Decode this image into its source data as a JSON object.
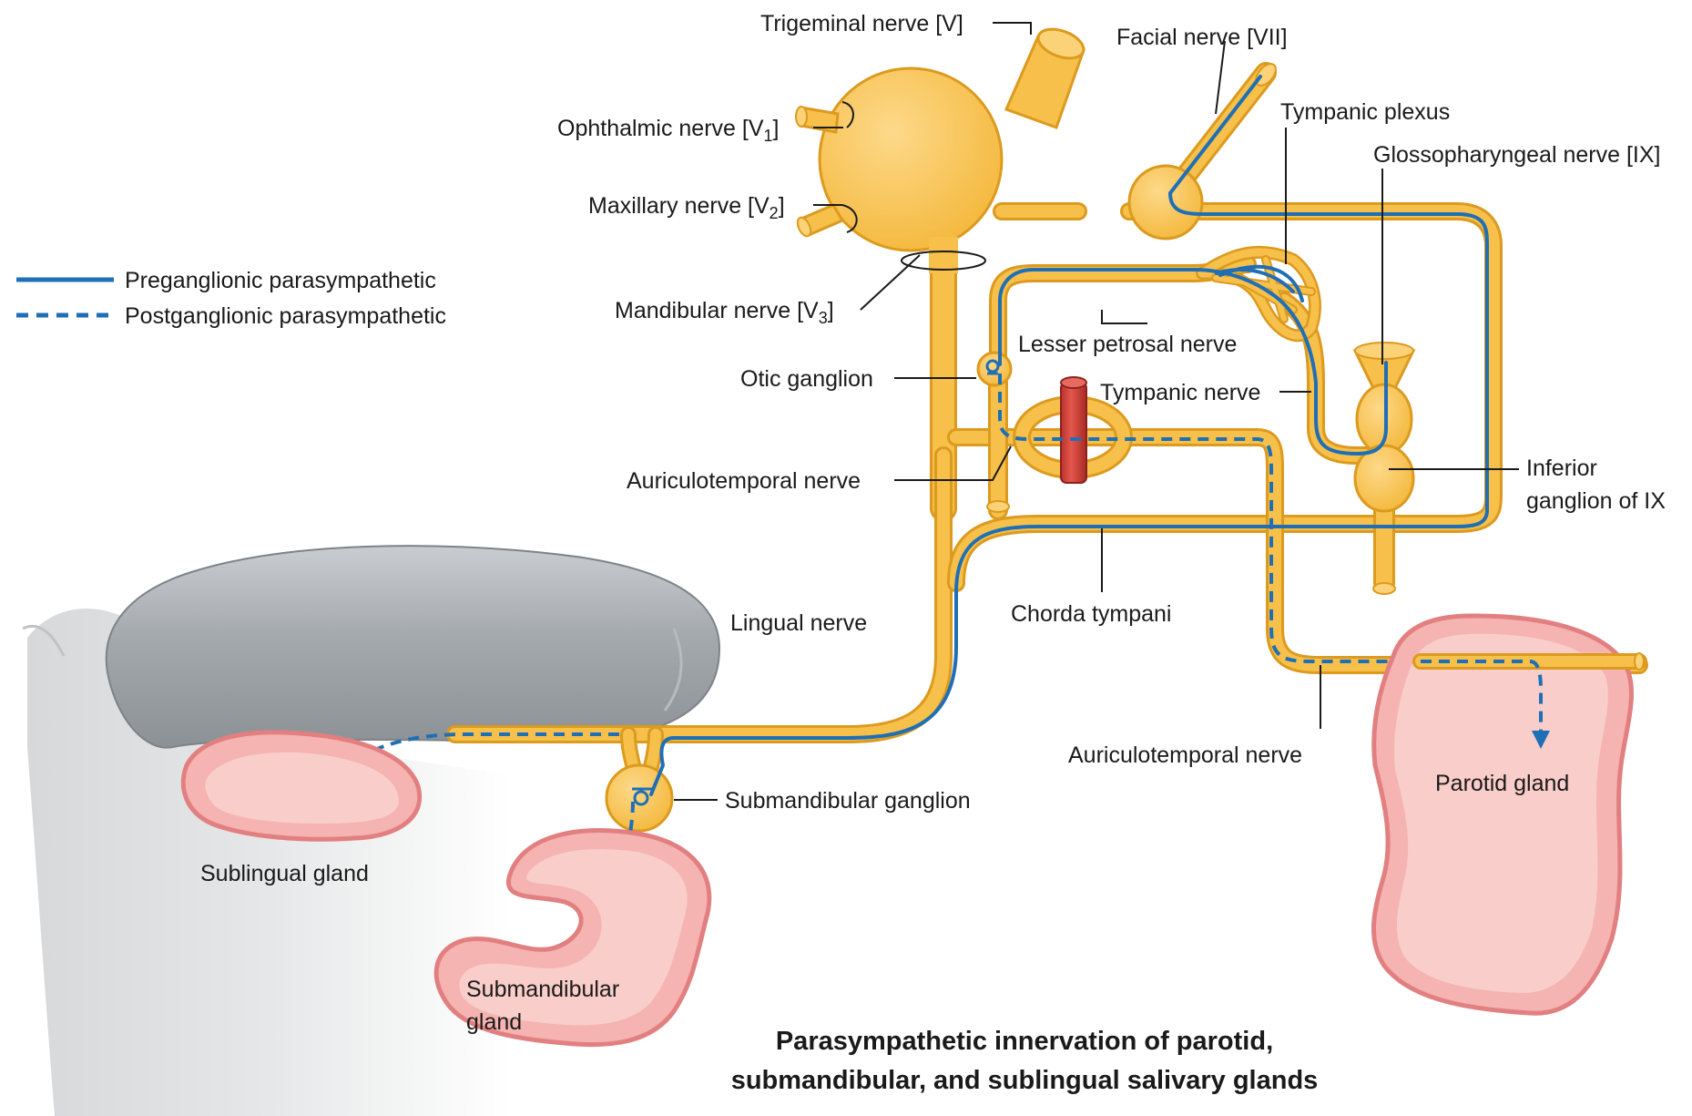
{
  "title": {
    "line1": "Parasympathetic innervation of parotid,",
    "line2": "submandibular, and sublingual salivary glands"
  },
  "legend": {
    "preganglionic": "Preganglionic parasympathetic",
    "postganglionic": "Postganglionic parasympathetic"
  },
  "labels": {
    "trigeminal": "Trigeminal nerve [V]",
    "ophthalmic": "Ophthalmic nerve [V",
    "ophthalmic_sub": "1",
    "maxillary": "Maxillary nerve [V",
    "maxillary_sub": "2",
    "mandibular": "Mandibular nerve [V",
    "mandibular_sub": "3",
    "bracket_close": "]",
    "facial": "Facial nerve [VII]",
    "tympanic_plexus": "Tympanic plexus",
    "glossopharyngeal": "Glossopharyngeal nerve [IX]",
    "lesser_petrosal": "Lesser petrosal nerve",
    "otic_ganglion": "Otic ganglion",
    "tympanic_nerve": "Tympanic nerve",
    "auriculotemporal_upper": "Auriculotemporal nerve",
    "inferior_ganglion_1": "Inferior",
    "inferior_ganglion_2": "ganglion of IX",
    "lingual_nerve": "Lingual nerve",
    "chorda_tympani": "Chorda tympani",
    "auriculotemporal_lower": "Auriculotemporal nerve",
    "parotid_gland": "Parotid gland",
    "submandibular_ganglion": "Submandibular ganglion",
    "sublingual_gland": "Sublingual gland",
    "submandibular_gland_1": "Submandibular",
    "submandibular_gland_2": "gland"
  },
  "colors": {
    "nerve": "#f6c04a",
    "nerve_outline": "#dc9a1e",
    "preganglionic": "#1f6fb6",
    "gland": "#f5b3b1",
    "tongue": "#9ea3a8",
    "artery": "#d9473f"
  }
}
